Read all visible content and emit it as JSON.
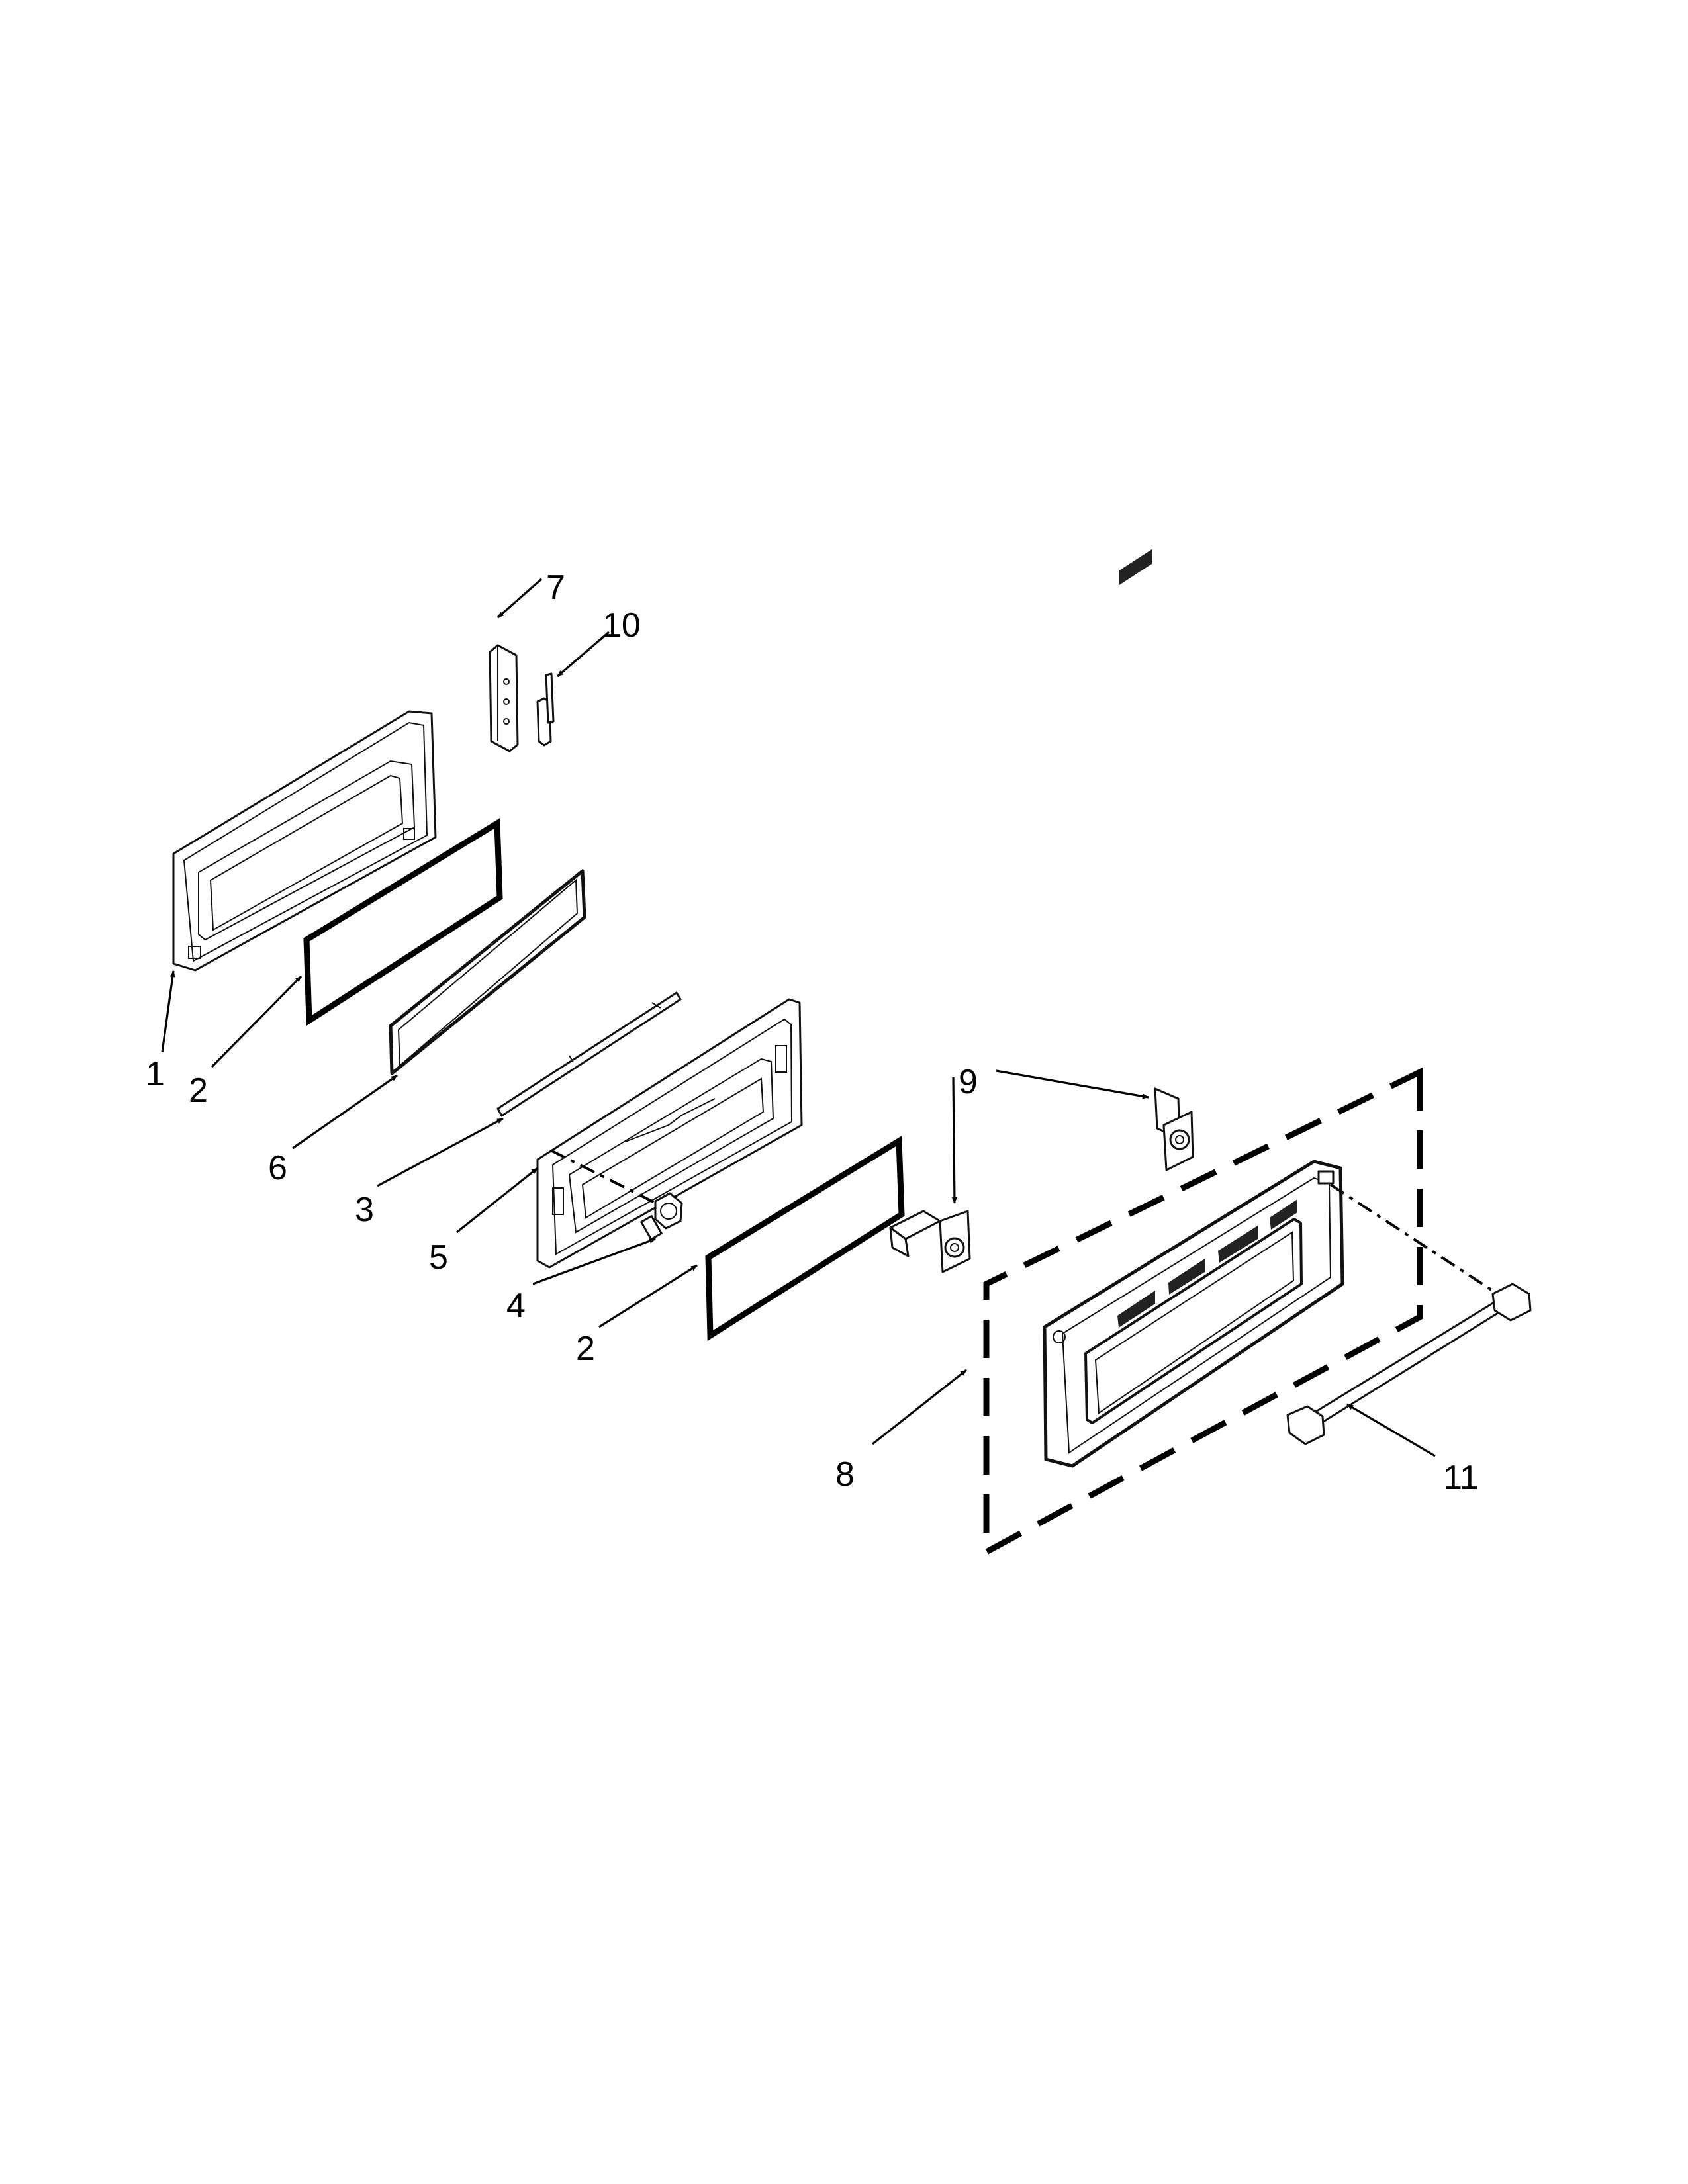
{
  "callouts": {
    "c1": "1",
    "c2a": "2",
    "c6": "6",
    "c3": "3",
    "c5": "5",
    "c4": "4",
    "c2b": "2",
    "c7": "7",
    "c10": "10",
    "c9": "9",
    "c8": "8",
    "c11": "11"
  }
}
